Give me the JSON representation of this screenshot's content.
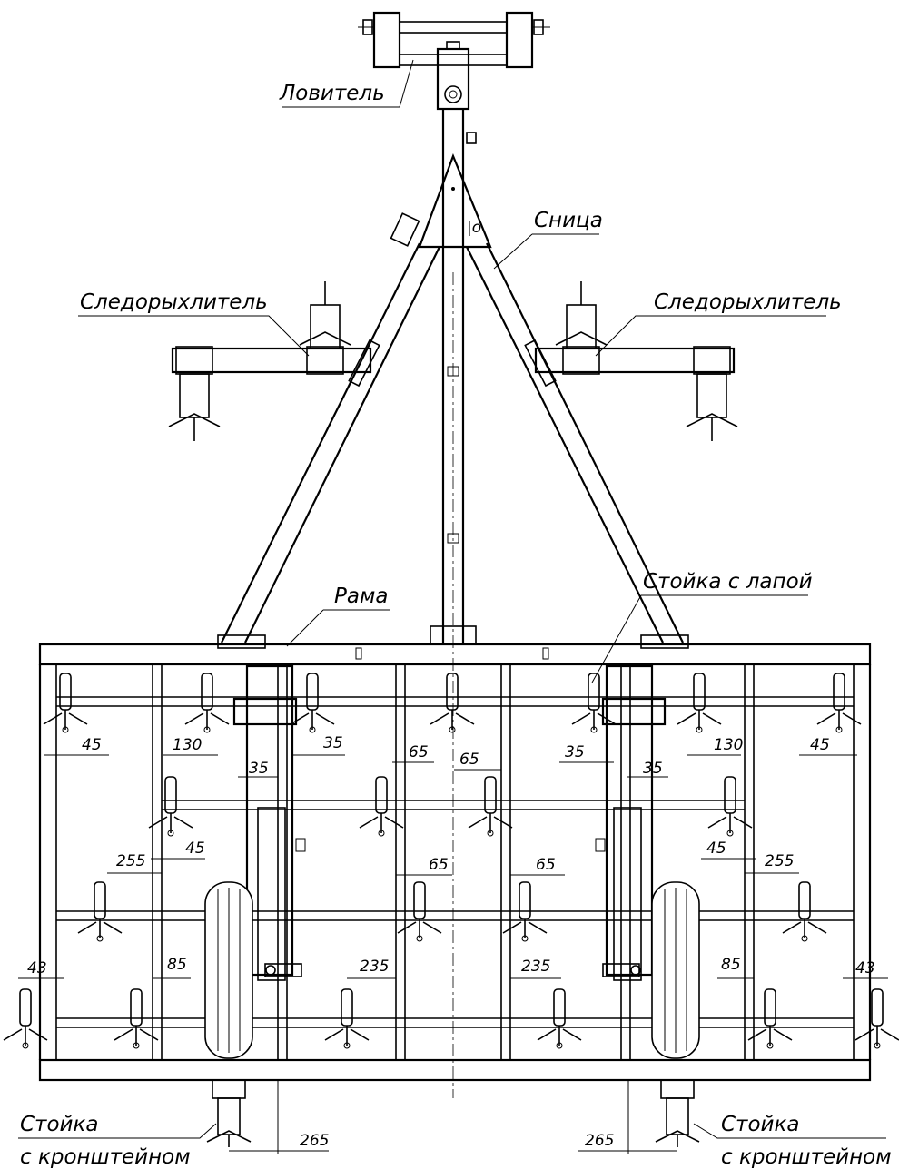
{
  "labels": {
    "lovitel": "Ловитель",
    "snitsa": "Сница",
    "sledorykhlitel_left": "Следорыхлитель",
    "sledorykhlitel_right": "Следорыхлитель",
    "rama": "Рама",
    "stoyka_s_lapoy": "Стойка с лапой",
    "stoyka_left_line1": "Стойка",
    "stoyka_left_line2": "с кронштейном",
    "stoyka_right_line1": "Стойка",
    "stoyka_right_line2": "с кронштейном"
  },
  "dimensions": {
    "d45_tl": "45",
    "d130_l": "130",
    "d35_l1": "35",
    "d35_l2": "35",
    "d65_tc1": "65",
    "d65_tc2": "65",
    "d35_r1": "35",
    "d35_r2": "35",
    "d130_r": "130",
    "d45_tr": "45",
    "d255_l": "255",
    "d45_ml": "45",
    "d65_mc1": "65",
    "d65_mc2": "65",
    "d45_mr": "45",
    "d255_r": "255",
    "d43_l": "43",
    "d85_l": "85",
    "d235_l": "235",
    "d235_r": "235",
    "d85_r": "85",
    "d43_r": "43",
    "d265_l": "265",
    "d265_r": "265"
  }
}
